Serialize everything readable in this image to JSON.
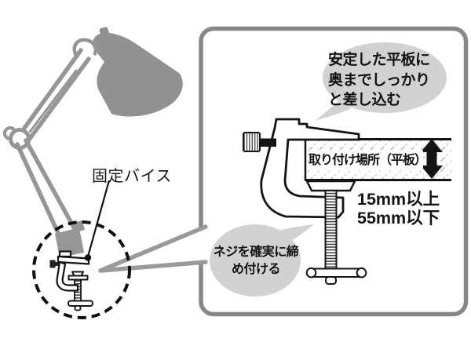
{
  "figure": {
    "left_scene": {
      "vise_label": "固定バイス",
      "lamp": "desk-lamp-silhouette",
      "focus": "dashed-circle-around-clamp"
    },
    "detail_panel": {
      "bubble_insert": {
        "line1": "安定した平板に",
        "line2": "奥までしっかり",
        "line3": "と差し込む"
      },
      "board_label": "取り付け場所（平板）",
      "thickness": {
        "min": "15mm以上",
        "max": "55mm以下"
      },
      "bubble_screw": {
        "line1": "ネジを確実に締",
        "line2": "め付ける"
      }
    },
    "colors": {
      "line_black": "#141414",
      "lamp_gray": "#969696",
      "bubble_gray": "#d2d2d2",
      "panel_border_gray": "#878787",
      "hatch_gray": "#bfbfbf"
    },
    "icons": {
      "clamp_large": "c-clamp-side-view",
      "clamp_small": "mini-c-clamp",
      "arrow": "vertical-double-arrow"
    }
  }
}
